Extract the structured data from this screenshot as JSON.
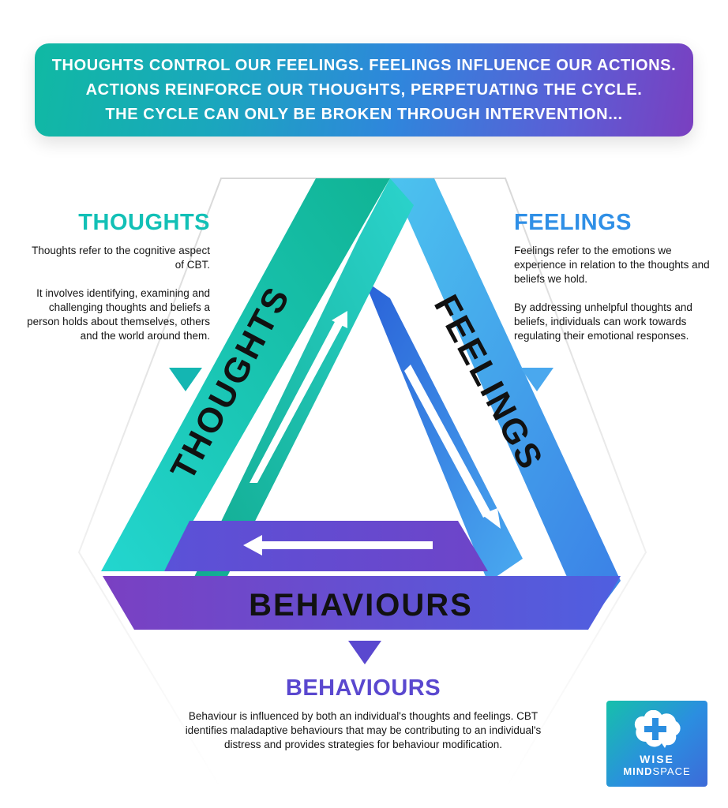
{
  "banner": {
    "line1": "THOUGHTS CONTROL OUR FEELINGS. FEELINGS INFLUENCE OUR ACTIONS.",
    "line2": "ACTIONS REINFORCE OUR THOUGHTS, PERPETUATING THE CYCLE.",
    "line3": "THE CYCLE CAN ONLY BE BROKEN THROUGH INTERVENTION..."
  },
  "triangle": {
    "thoughts_label": "THOUGHTS",
    "feelings_label": "FEELINGS",
    "behaviours_label": "BEHAVIOURS"
  },
  "thoughts": {
    "title": "THOUGHTS",
    "p1": "Thoughts refer to the cognitive aspect of CBT.",
    "p2": "It involves identifying, examining and challenging thoughts and beliefs a person holds about themselves, others and the world around them."
  },
  "feelings": {
    "title": "FEELINGS",
    "p1": "Feelings refer to the emotions we experience in relation to the thoughts and beliefs we hold.",
    "p2": "By addressing unhelpful thoughts and beliefs, individuals can work towards regulating their emotional responses."
  },
  "behaviours": {
    "title": "BEHAVIOURS",
    "p1": "Behaviour is influenced by both an individual's thoughts and feelings. CBT identifies maladaptive behaviours that may be contributing to an individual's distress and provides strategies for behaviour modification."
  },
  "logo": {
    "word1": "WISE",
    "word2a": "MIND",
    "word2b": "SPACE"
  },
  "colors": {
    "teal": "#12c0b6",
    "blue": "#2f8fe6",
    "purple": "#5a48cf"
  }
}
